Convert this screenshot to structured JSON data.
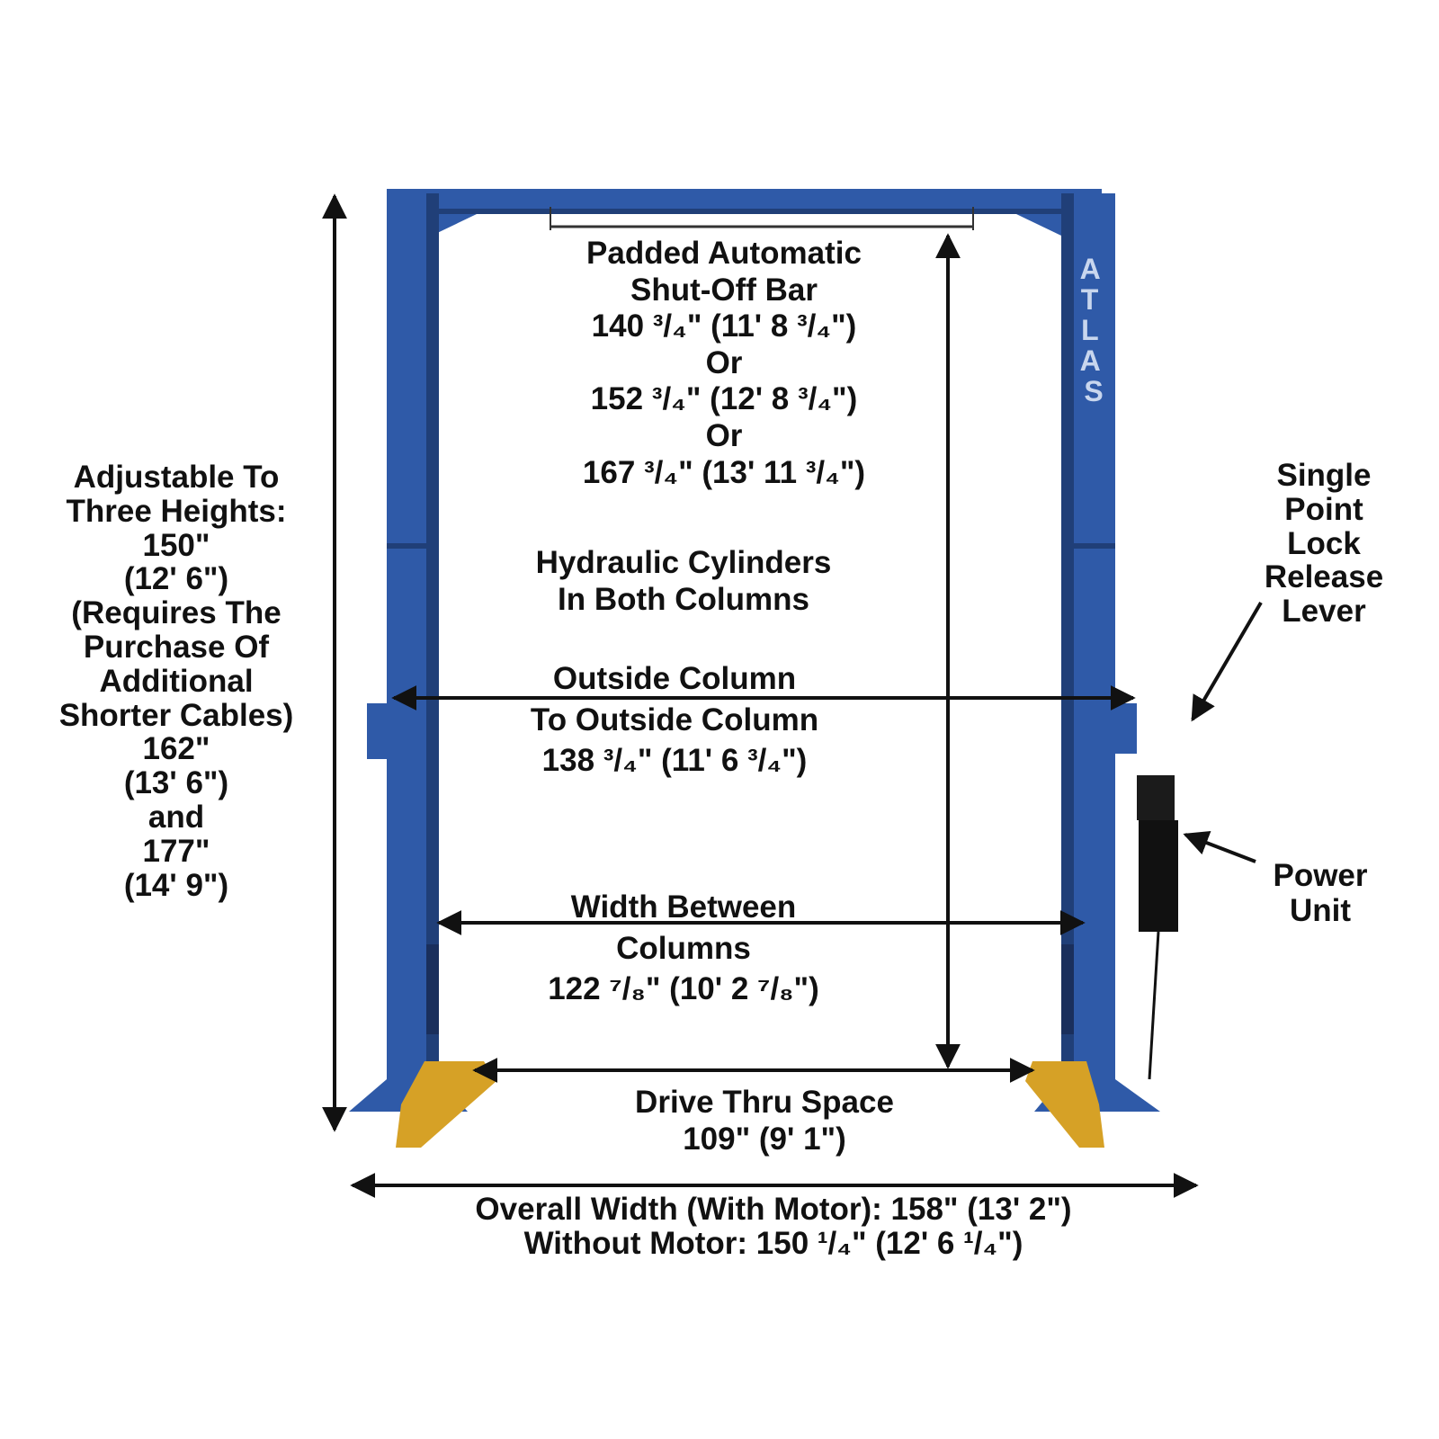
{
  "colors": {
    "column_blue": "#2f5aa8",
    "column_shade": "#203f78",
    "pad_yellow": "#d6a126",
    "arrow": "#111111",
    "brand_text": "#c8d6ee"
  },
  "brand": {
    "text": "ATLAS"
  },
  "labels": {
    "shutoff_bar": {
      "lines": [
        "Padded Automatic",
        "Shut-Off Bar",
        "140 ³/₄\" (11' 8 ³/₄\")",
        "Or",
        "152 ³/₄\" (12' 8 ³/₄\")",
        "Or",
        "167 ³/₄\" (13' 11 ³/₄\")"
      ]
    },
    "cylinders": {
      "lines": [
        "Hydraulic Cylinders",
        "In Both Columns"
      ]
    },
    "outside_column": {
      "lines": [
        "Outside Column",
        "To Outside Column",
        "138 ³/₄\" (11' 6 ³/₄\")"
      ]
    },
    "width_between": {
      "lines": [
        "Width Between",
        "Columns",
        "122 ⁷/₈\" (10' 2 ⁷/₈\")"
      ]
    },
    "drive_thru": {
      "lines": [
        "Drive Thru Space",
        "109\" (9' 1\")"
      ]
    },
    "overall_width": {
      "lines": [
        "Overall Width (With Motor): 158\" (13' 2\")",
        "Without Motor: 150 ¹/₄\" (12' 6 ¹/₄\")"
      ]
    },
    "heights": {
      "lines": [
        "Adjustable To",
        "Three Heights:",
        "150\"",
        "(12' 6\")",
        "(Requires The",
        "Purchase Of",
        "Additional",
        "Shorter Cables)",
        "162\"",
        "(13' 6\")",
        "and",
        "177\"",
        "(14' 9\")"
      ]
    },
    "lock_release": {
      "lines": [
        "Single",
        "Point",
        "Lock",
        "Release",
        "Lever"
      ]
    },
    "power_unit": {
      "lines": [
        "Power",
        "Unit"
      ]
    }
  }
}
